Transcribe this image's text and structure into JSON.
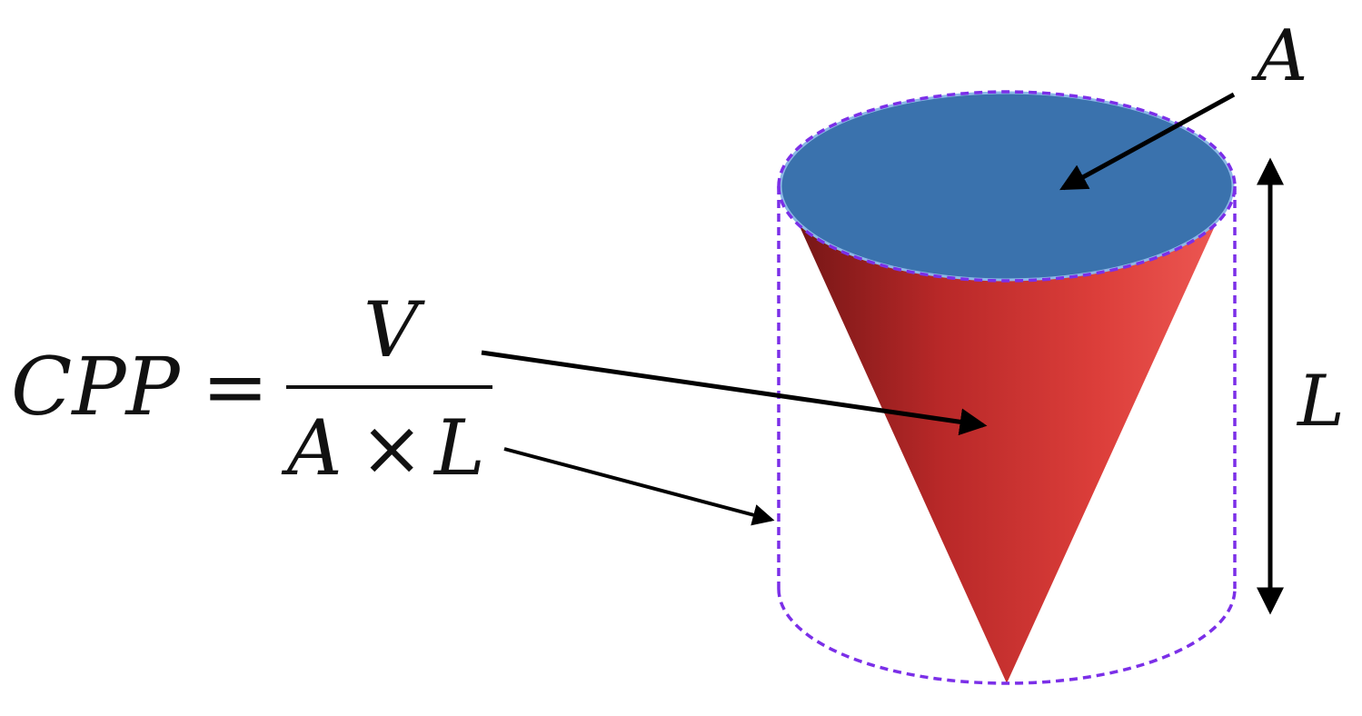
{
  "formula": {
    "lhs": "CPP",
    "equals": "=",
    "numerator": "V",
    "denominator_a": "A",
    "times": "×",
    "denominator_l": "L"
  },
  "labels": {
    "area": "A",
    "length": "L"
  },
  "colors": {
    "cone_red": "#d9403c",
    "cone_dark": "#8e1c1c",
    "top_blue": "#3a72ad",
    "top_rim": "#7fb0e0",
    "cylinder_outline": "#7b2fe8",
    "arrow": "#000000"
  }
}
